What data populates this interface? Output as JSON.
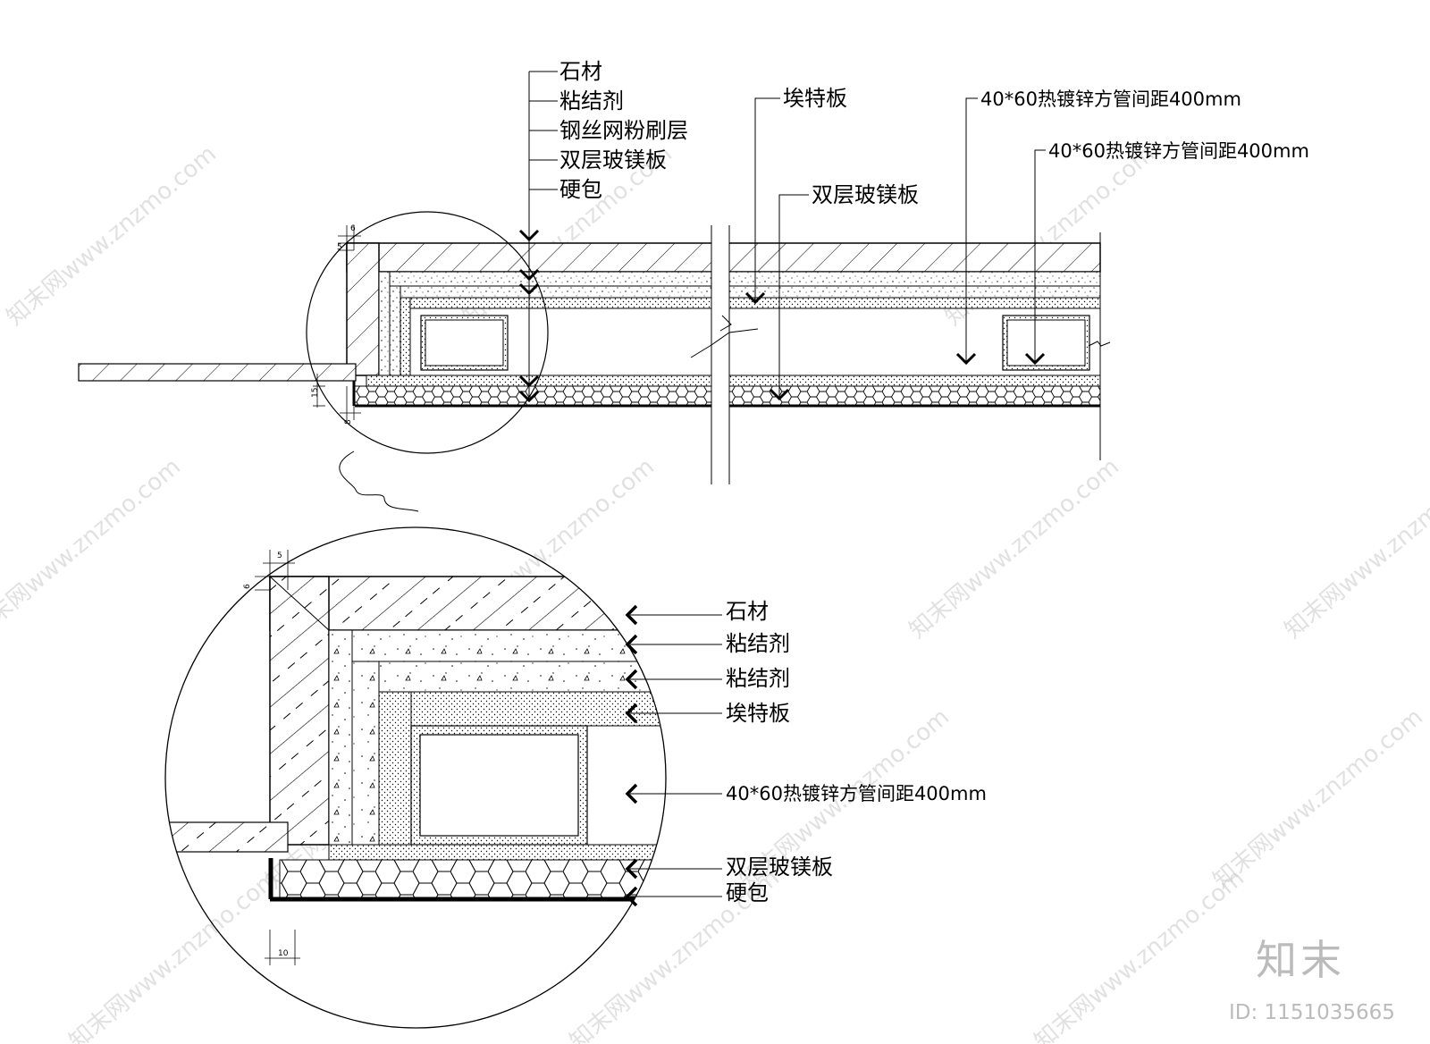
{
  "top_labels_left": [
    "石材",
    "粘结剂",
    "钢丝网粉刷层",
    "双层玻镁板",
    "硬包"
  ],
  "top_label_ette": "埃特板",
  "top_label_board": "双层玻镁板",
  "top_label_pipe_1": "40*60热镀锌方管间距400mm",
  "top_label_pipe_2": "40*60热镀锌方管间距400mm",
  "detail_labels": {
    "stone": "石材",
    "adhesive_1": "粘结剂",
    "adhesive_2": "粘结剂",
    "ette": "埃特板",
    "pipe": "40*60热镀锌方管间距400mm",
    "board": "双层玻镁板",
    "soft": "硬包"
  },
  "dimensions": {
    "top_a": "6",
    "top_b": "5",
    "top_c": "15",
    "top_d": "8",
    "detail_a": "5",
    "detail_b": "6",
    "detail_c": "10"
  },
  "watermark": "知末网www.znzmo.com",
  "brand": "知末",
  "brand_id": "ID: 1151035665"
}
